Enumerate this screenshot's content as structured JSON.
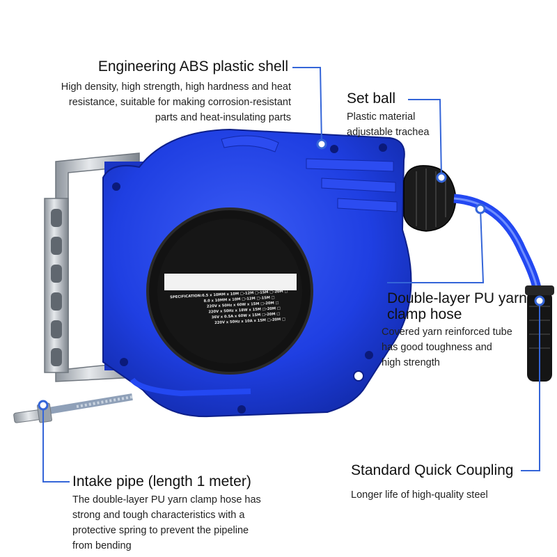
{
  "callouts": {
    "abs_shell": {
      "title": "Engineering ABS plastic shell",
      "lines": [
        "High density, high strength, high hardness and heat",
        "resistance, suitable for making corrosion-resistant",
        "parts and heat-insulating parts"
      ]
    },
    "set_ball": {
      "title": "Set ball",
      "lines": [
        "Plastic material",
        "adjustable trachea"
      ]
    },
    "pu_hose": {
      "title_lines": [
        "Double-layer PU yarn",
        "clamp hose"
      ],
      "lines": [
        "Covered yarn reinforced tube",
        "has good toughness and",
        "high strength"
      ]
    },
    "quick_coupling": {
      "title": "Standard Quick Coupling",
      "lines": [
        "Longer life of high-quality steel"
      ]
    },
    "intake_pipe": {
      "title": "Intake pipe (length 1 meter)",
      "lines": [
        "The double-layer PU yarn clamp hose has",
        "strong and tough characteristics with a",
        "protective spring to prevent the pipeline",
        "from bending"
      ]
    }
  },
  "label": {
    "heading": "SPECIFICATION:",
    "rows": [
      "6.5 x 10MM x 10M □-12M □-15M □-20M □",
      "8.0 x 10MM x 10M □-12M □-15M □",
      "220V x 50Hz x 60W x 15M □-20M □",
      "220V x 50Hz x 18W x 15M □-20M □",
      "36V x 0.5A x 60W x 15M □-20M □",
      "220V x 50Hz x 10A x 15M □-20M □"
    ]
  },
  "colors": {
    "accent_blue": "#3465d8",
    "reel_blue": "#1e3fe0",
    "reel_blue_dark": "#1228a8"
  }
}
